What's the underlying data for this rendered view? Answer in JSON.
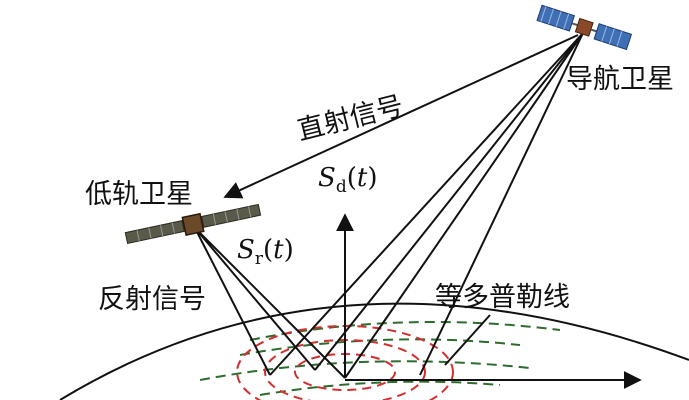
{
  "labels": {
    "nav_satellite": "导航卫星",
    "direct_signal": "直射信号",
    "leo_satellite": "低轨卫星",
    "reflected_signal": "反射信号",
    "iso_doppler": "等多普勒线"
  },
  "math": {
    "direct": {
      "symbol": "S",
      "subscript": "d",
      "open": "(",
      "arg": "t",
      "close": ")"
    },
    "reflected": {
      "symbol": "S",
      "subscript": "r",
      "open": "(",
      "arg": "t",
      "close": ")"
    }
  },
  "colors": {
    "line": "#111111",
    "iso_range": "#d32f2f",
    "iso_doppler": "#2e6b2e",
    "solar_panel_nav": "#3f6fb5",
    "solar_panel_leo": "#5a5a4a",
    "bus": "#8a4a2a"
  }
}
